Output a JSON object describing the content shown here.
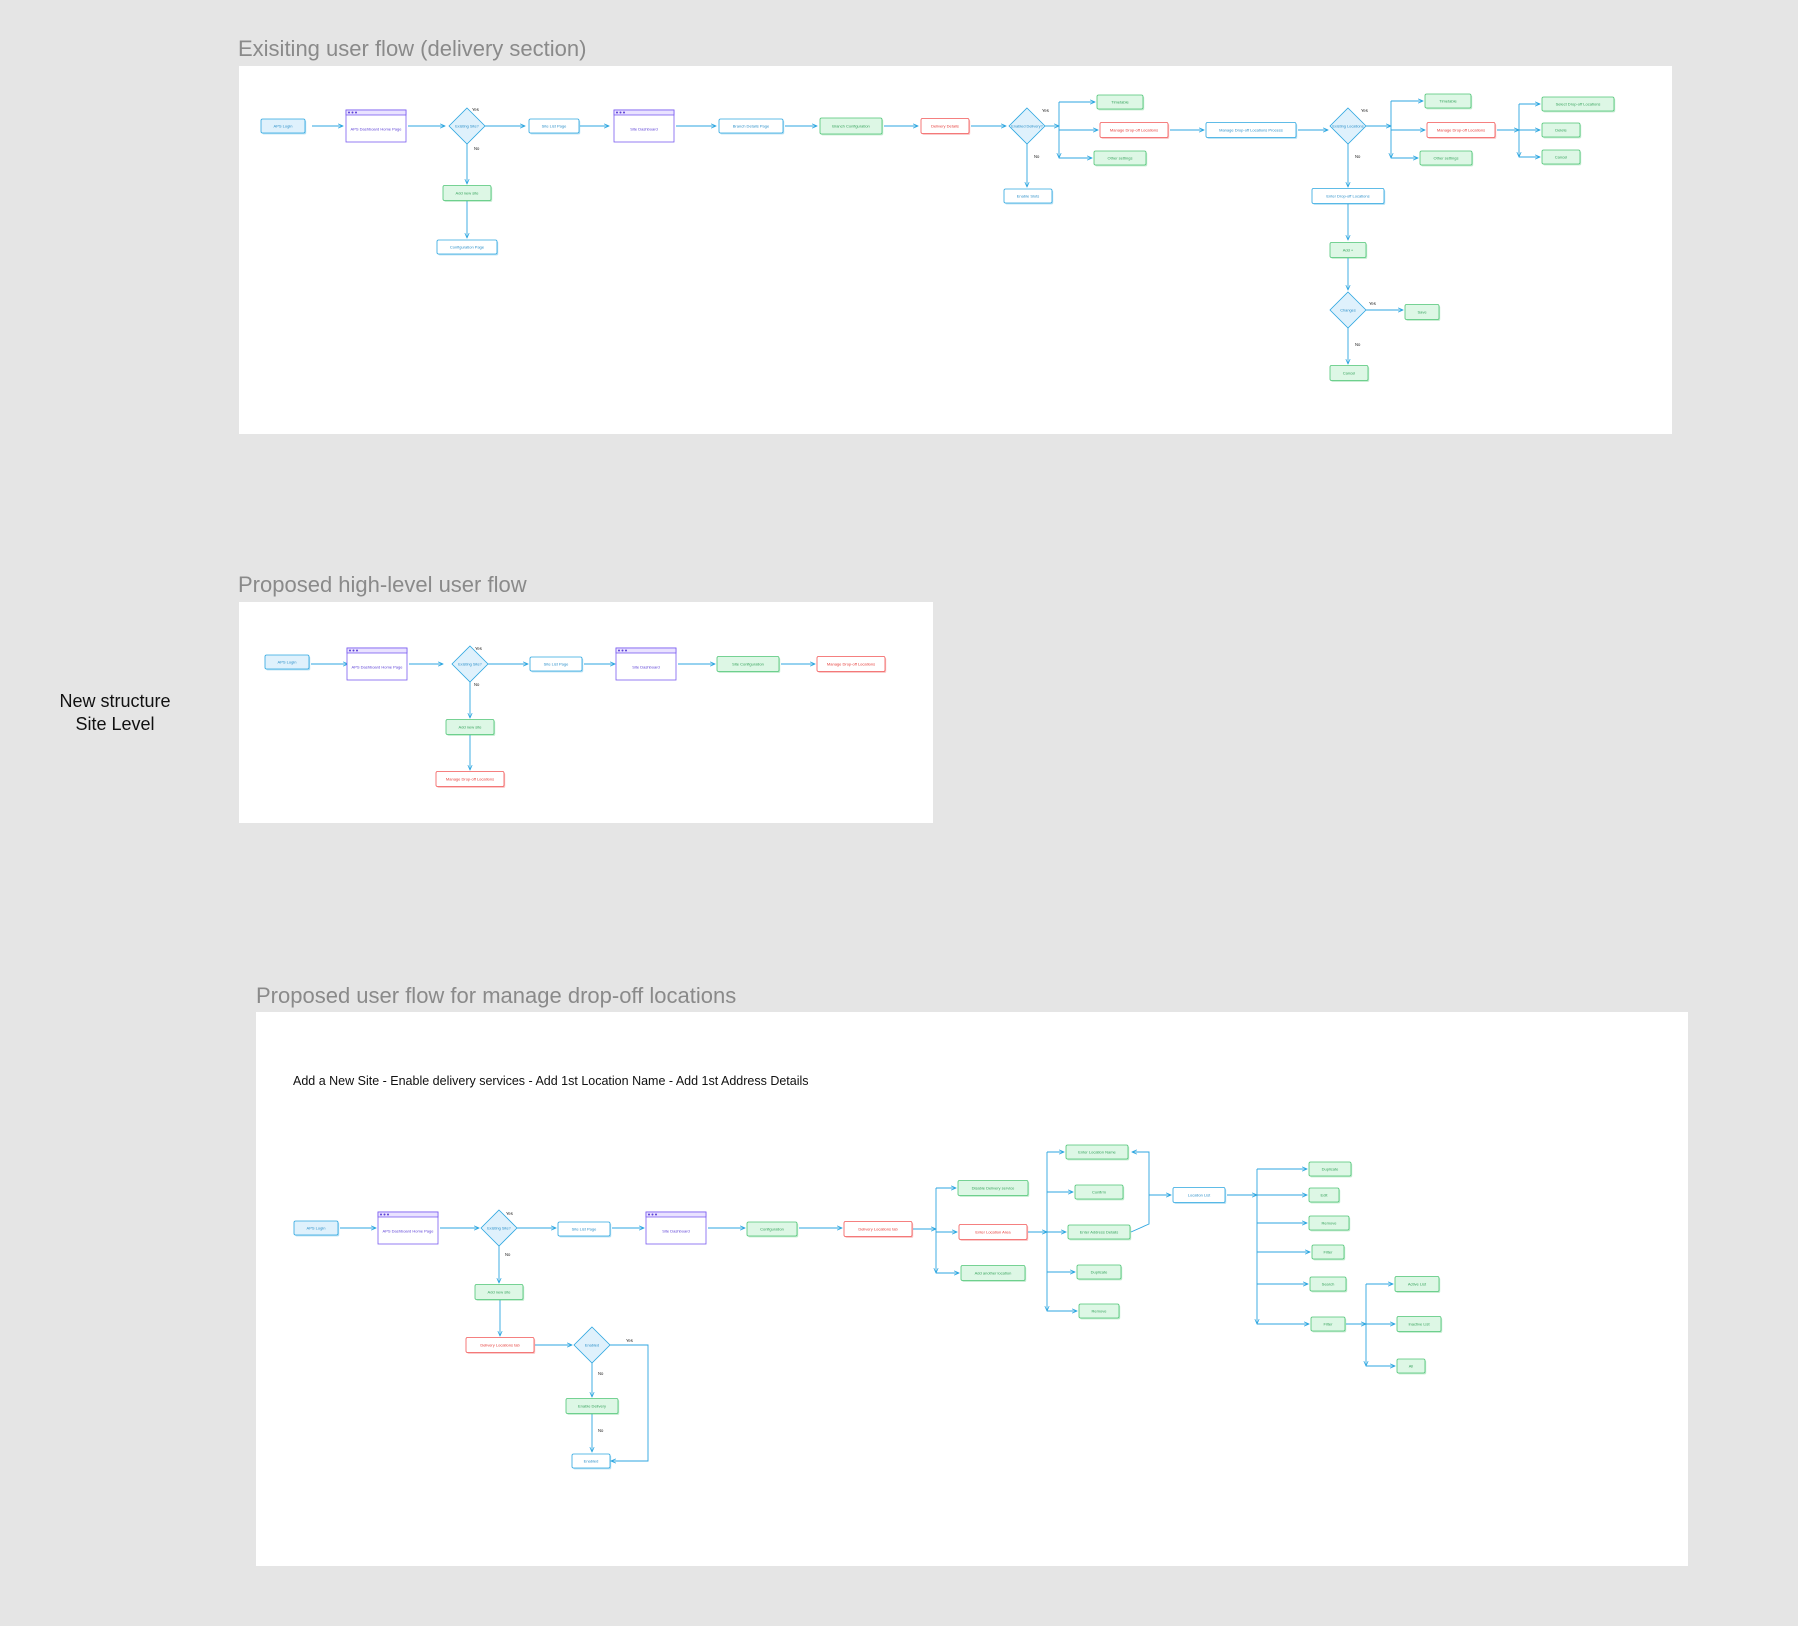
{
  "colors": {
    "background": "#e5e5e5",
    "panel": "#ffffff",
    "title": "#8a8a8a",
    "arrow": "#2ca6e0",
    "blue_fill": "#dff1fc",
    "blue_stroke": "#2ca6e0",
    "blue_text": "#2a8fc9",
    "white_stroke": "#2ca6e0",
    "white_text": "#2a8fc9",
    "green_fill": "#ddf7e5",
    "green_stroke": "#4fc576",
    "green_text": "#36a35c",
    "red_fill": "#ffffff",
    "red_stroke": "#f25757",
    "red_text": "#e53935",
    "purple_stroke": "#7a5cf0",
    "purple_header": "#e9e2ff",
    "purple_text": "#5b3fd6",
    "diamond_fill": "#dff1fc",
    "diamond_stroke": "#2ca6e0"
  },
  "side_label": {
    "line1": "New structure",
    "line2": "Site Level"
  },
  "sections": [
    {
      "id": "existing",
      "title": "Exisiting user flow (delivery section)",
      "nodes": [
        {
          "id": "e1",
          "type": "blue",
          "label": "APS Login"
        },
        {
          "id": "e2",
          "type": "window",
          "label": "APS Dashboard Home Page"
        },
        {
          "id": "e3",
          "type": "diamond",
          "label": "Existing Site?"
        },
        {
          "id": "e4",
          "type": "white",
          "label": "Site List Page"
        },
        {
          "id": "e5",
          "type": "window",
          "label": "Site Dashboard"
        },
        {
          "id": "e6",
          "type": "white",
          "label": "Branch Details Page"
        },
        {
          "id": "e7",
          "type": "green",
          "label": "Branch Configuration"
        },
        {
          "id": "e8",
          "type": "red",
          "label": "Delivery Details"
        },
        {
          "id": "e9",
          "type": "diamond",
          "label": "Enabled Delivery?"
        },
        {
          "id": "e10",
          "type": "green",
          "label": "Timetable"
        },
        {
          "id": "e11",
          "type": "red",
          "label": "Manage Drop-off Locations"
        },
        {
          "id": "e12",
          "type": "green",
          "label": "Other settings"
        },
        {
          "id": "e13",
          "type": "white",
          "label": "Manage Drop-off Locations Process"
        },
        {
          "id": "e14",
          "type": "diamond",
          "label": "Existing Locations"
        },
        {
          "id": "e15",
          "type": "green",
          "label": "Timetable"
        },
        {
          "id": "e16",
          "type": "red",
          "label": "Manage Drop-off Locations"
        },
        {
          "id": "e17",
          "type": "green",
          "label": "Other settings"
        },
        {
          "id": "e18",
          "type": "green",
          "label": "Select Drop-off Locations"
        },
        {
          "id": "e19",
          "type": "green",
          "label": "Delete"
        },
        {
          "id": "e20",
          "type": "green",
          "label": "Cancel"
        },
        {
          "id": "e21",
          "type": "green",
          "label": "Add new site"
        },
        {
          "id": "e22",
          "type": "white",
          "label": "Configuration Page"
        },
        {
          "id": "e23",
          "type": "white",
          "label": "Enable Slots"
        },
        {
          "id": "e24",
          "type": "white",
          "label": "Enter Drop-off Locations"
        },
        {
          "id": "e25",
          "type": "green",
          "label": "Add +"
        },
        {
          "id": "e26",
          "type": "diamond",
          "label": "Changes"
        },
        {
          "id": "e27",
          "type": "green",
          "label": "Save"
        },
        {
          "id": "e28",
          "type": "green",
          "label": "Cancel"
        }
      ],
      "edge_labels": [
        {
          "id": "el1",
          "text": "Yes"
        },
        {
          "id": "el2",
          "text": "No"
        },
        {
          "id": "el3",
          "text": "Yes"
        },
        {
          "id": "el4",
          "text": "No"
        },
        {
          "id": "el5",
          "text": "Yes"
        },
        {
          "id": "el6",
          "text": "No"
        },
        {
          "id": "el7",
          "text": "Yes"
        },
        {
          "id": "el8",
          "text": "No"
        }
      ]
    },
    {
      "id": "highlevel",
      "title": "Proposed high-level user flow",
      "nodes": [
        {
          "id": "h1",
          "type": "blue",
          "label": "APS Login"
        },
        {
          "id": "h2",
          "type": "window",
          "label": "APS Dashboard Home Page"
        },
        {
          "id": "h3",
          "type": "diamond",
          "label": "Existing Site?"
        },
        {
          "id": "h4",
          "type": "white",
          "label": "Site List Page"
        },
        {
          "id": "h5",
          "type": "window",
          "label": "Site Dashboard"
        },
        {
          "id": "h6",
          "type": "green",
          "label": "Site Configuration"
        },
        {
          "id": "h7",
          "type": "red",
          "label": "Manage Drop-off Locations"
        },
        {
          "id": "h8",
          "type": "green",
          "label": "Add new site"
        },
        {
          "id": "h9",
          "type": "red",
          "label": "Manage Drop-off Locations"
        }
      ],
      "edge_labels": [
        {
          "id": "hl1",
          "text": "Yes"
        },
        {
          "id": "hl2",
          "text": "No"
        }
      ]
    },
    {
      "id": "manage",
      "title": "Proposed user flow for manage drop-off locations",
      "subtitle": "Add a New Site  -  Enable delivery services - Add 1st Location Name - Add 1st Address Details",
      "nodes": [
        {
          "id": "m1",
          "type": "blue",
          "label": "APS Login"
        },
        {
          "id": "m2",
          "type": "window",
          "label": "APS Dashboard Home Page"
        },
        {
          "id": "m3",
          "type": "diamond",
          "label": "Existing Site?"
        },
        {
          "id": "m4",
          "type": "white",
          "label": "Site List Page"
        },
        {
          "id": "m5",
          "type": "window",
          "label": "Site Dashboard"
        },
        {
          "id": "m6",
          "type": "green",
          "label": "Configuration"
        },
        {
          "id": "m7",
          "type": "red",
          "label": "Delivery Locations tab"
        },
        {
          "id": "m8",
          "type": "green",
          "label": "Disable Delivery service"
        },
        {
          "id": "m9",
          "type": "red",
          "label": "Enter Location Area"
        },
        {
          "id": "m10",
          "type": "green",
          "label": "Add another location"
        },
        {
          "id": "m11",
          "type": "green",
          "label": "Enter Location Name"
        },
        {
          "id": "m12",
          "type": "green",
          "label": "Confirm"
        },
        {
          "id": "m13",
          "type": "green",
          "label": "Enter Address Details"
        },
        {
          "id": "m14",
          "type": "green",
          "label": "Duplicate"
        },
        {
          "id": "m15",
          "type": "green",
          "label": "Remove"
        },
        {
          "id": "m16",
          "type": "white",
          "label": "Location List"
        },
        {
          "id": "m17",
          "type": "green",
          "label": "Duplicate"
        },
        {
          "id": "m18",
          "type": "green",
          "label": "Edit"
        },
        {
          "id": "m19",
          "type": "green",
          "label": "Remove"
        },
        {
          "id": "m20",
          "type": "green",
          "label": "Filter"
        },
        {
          "id": "m21",
          "type": "green",
          "label": "Search"
        },
        {
          "id": "m22",
          "type": "green",
          "label": "Filter"
        },
        {
          "id": "m23",
          "type": "green",
          "label": "Active List"
        },
        {
          "id": "m24",
          "type": "green",
          "label": "Inactive List"
        },
        {
          "id": "m25",
          "type": "green",
          "label": "All"
        },
        {
          "id": "m26",
          "type": "green",
          "label": "Add new site"
        },
        {
          "id": "m27",
          "type": "red",
          "label": "Delivery Locations tab"
        },
        {
          "id": "m28",
          "type": "diamond",
          "label": "Enabled"
        },
        {
          "id": "m29",
          "type": "green",
          "label": "Enable Delivery"
        },
        {
          "id": "m30",
          "type": "white",
          "label": "Enabled"
        }
      ],
      "edge_labels": [
        {
          "id": "ml1",
          "text": "Yes"
        },
        {
          "id": "ml2",
          "text": "No"
        },
        {
          "id": "ml3",
          "text": "Yes"
        },
        {
          "id": "ml4",
          "text": "No"
        },
        {
          "id": "ml5",
          "text": "No"
        }
      ]
    }
  ]
}
